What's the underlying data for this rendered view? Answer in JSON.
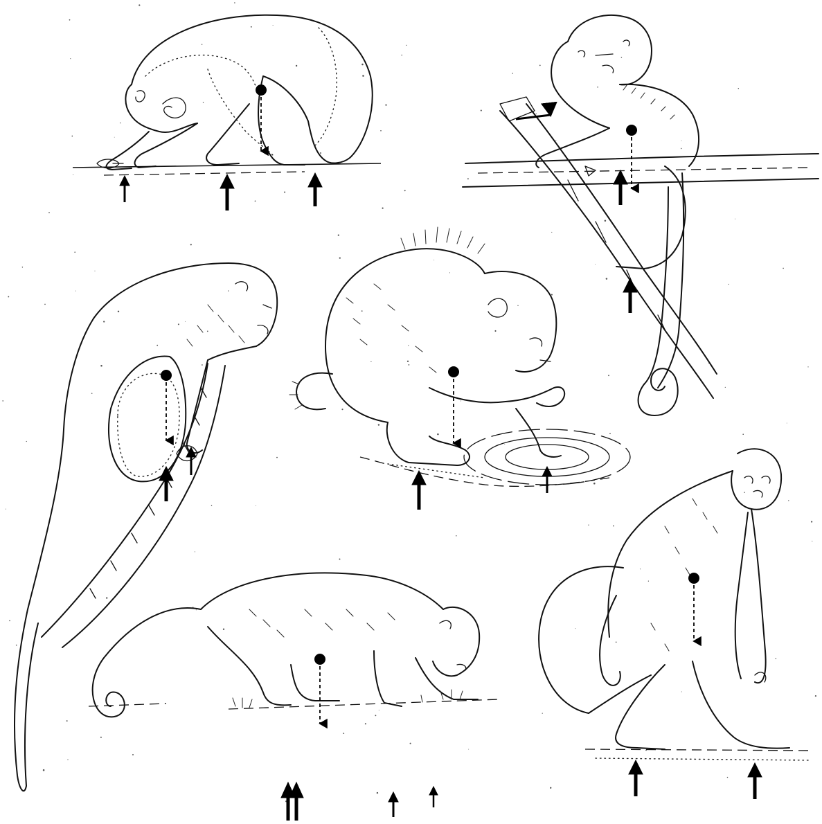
{
  "figure": {
    "panels": [
      {
        "id": "crouch-feeding"
      },
      {
        "id": "branch-perch"
      },
      {
        "id": "vertical-cling"
      },
      {
        "id": "water-foraging"
      },
      {
        "id": "quadrupedal-walk"
      },
      {
        "id": "spider-monkey-stand"
      }
    ]
  }
}
